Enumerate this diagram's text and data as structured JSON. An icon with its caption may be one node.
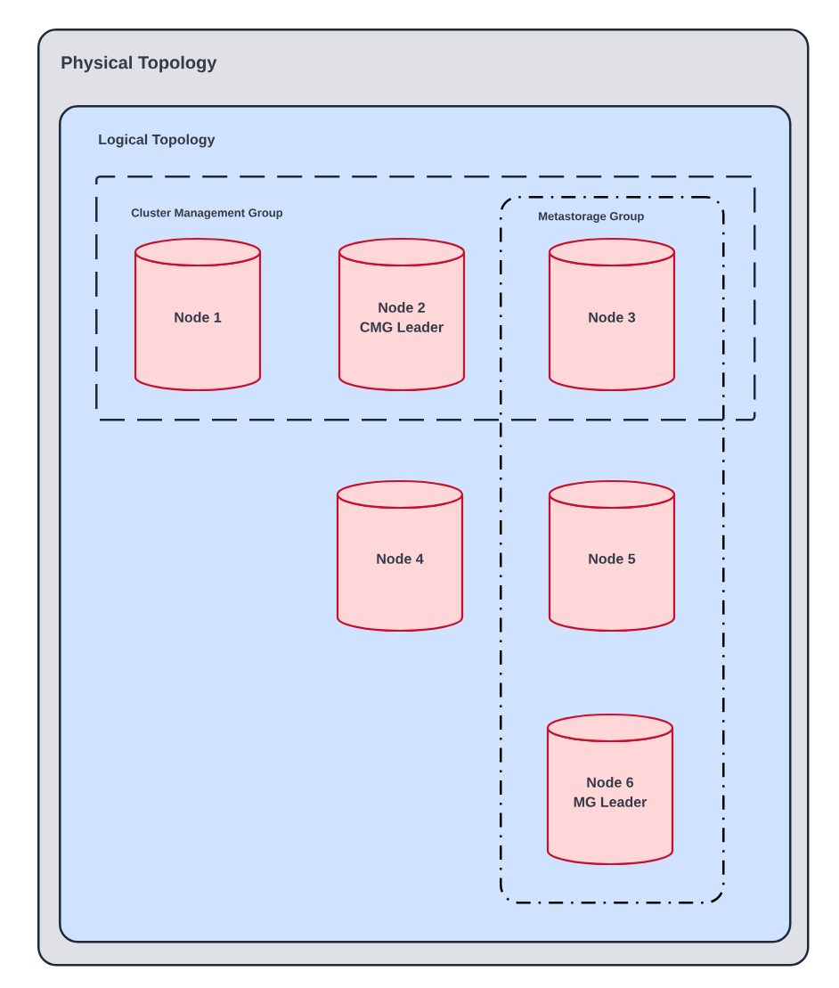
{
  "diagram": {
    "nodes": [
      {
        "text": [
          "Physical Topology"
        ]
      },
      {
        "text": [
          "Logical Topology"
        ],
        "in": 0
      },
      {
        "text": [
          "Cluster Management Group"
        ],
        "in": 1
      },
      {
        "text": [
          "Metastorage Group"
        ],
        "in": 1
      },
      {
        "text": [
          "Node 1"
        ],
        "in": 2
      },
      {
        "text": [
          "Node 2",
          "CMG Leader"
        ],
        "in": 2
      },
      {
        "text": [
          "Node 3"
        ]
      },
      {
        "text": [
          "Node 4"
        ],
        "in": 1
      },
      {
        "text": [
          "Node 5"
        ],
        "in": 3
      },
      {
        "text": [
          "Node 6",
          "MG Leader"
        ],
        "in": 3
      }
    ]
  }
}
